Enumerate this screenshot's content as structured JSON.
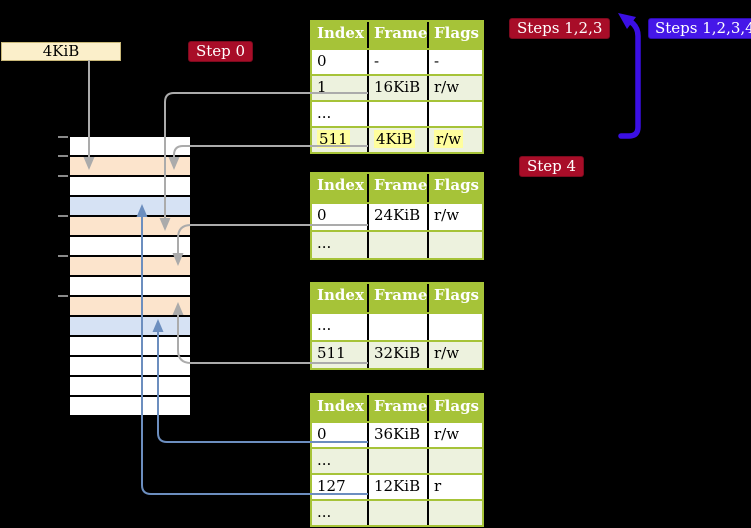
{
  "colors": {
    "table_header_green": "#a6c338",
    "table_row_alt_green": "#edf2de",
    "highlight_yellow": "#fffe9d",
    "crimson_label": "#a80d28",
    "indigo_label": "#4517e8",
    "indigo_arrow": "#3b0fe4",
    "peach_frame": "#fce4cc",
    "blue_frame": "#d6e2f4",
    "wheat_box": "#fbefca",
    "gray_connector": "#ababab",
    "blue_connector": "#6c8ebf"
  },
  "memory_box": {
    "label": "4KiB"
  },
  "step_labels": {
    "step0": "Step 0",
    "steps123": "Steps 1,2,3",
    "steps1234": "Steps 1,2,3,4",
    "step4": "Step 4"
  },
  "page_tables": [
    {
      "name": "page-table-top",
      "headers": [
        "Index",
        "Frame",
        "Flags"
      ],
      "rows": [
        {
          "index": "0",
          "frame": "-",
          "flags": "-",
          "highlight": false
        },
        {
          "index": "1",
          "frame": "16KiB",
          "flags": "r/w",
          "highlight": false
        },
        {
          "index": "...",
          "frame": "",
          "flags": "",
          "highlight": false
        },
        {
          "index": "511",
          "frame": "4KiB",
          "flags": "r/w",
          "highlight": true
        }
      ]
    },
    {
      "name": "page-table-second",
      "headers": [
        "Index",
        "Frame",
        "Flags"
      ],
      "rows": [
        {
          "index": "0",
          "frame": "24KiB",
          "flags": "r/w",
          "highlight": false
        },
        {
          "index": "...",
          "frame": "",
          "flags": "",
          "highlight": false
        }
      ]
    },
    {
      "name": "page-table-third",
      "headers": [
        "Index",
        "Frame",
        "Flags"
      ],
      "rows": [
        {
          "index": "...",
          "frame": "",
          "flags": "",
          "highlight": false
        },
        {
          "index": "511",
          "frame": "32KiB",
          "flags": "r/w",
          "highlight": false
        }
      ]
    },
    {
      "name": "page-table-bottom",
      "headers": [
        "Index",
        "Frame",
        "Flags"
      ],
      "rows": [
        {
          "index": "0",
          "frame": "36KiB",
          "flags": "r/w",
          "highlight": false
        },
        {
          "index": "...",
          "frame": "",
          "flags": "",
          "highlight": false
        },
        {
          "index": "127",
          "frame": "12KiB",
          "flags": "r",
          "highlight": false
        },
        {
          "index": "...",
          "frame": "",
          "flags": "",
          "highlight": false
        }
      ]
    }
  ],
  "physical_memory": {
    "rows": [
      "white",
      "peach",
      "white",
      "blue",
      "peach",
      "white",
      "peach",
      "white",
      "peach",
      "blue",
      "white",
      "white",
      "white",
      "white"
    ]
  }
}
